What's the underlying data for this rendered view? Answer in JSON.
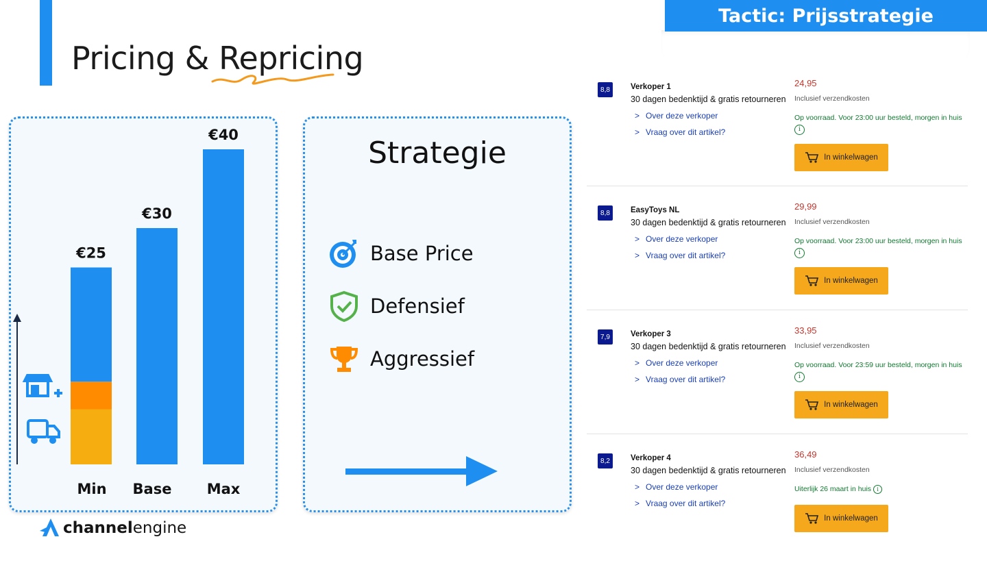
{
  "header": {
    "title": "Pricing & Repricing",
    "tactic": "Tactic: Prijsstrategie"
  },
  "chart_data": {
    "type": "bar",
    "categories": [
      "Min",
      "Base",
      "Max"
    ],
    "values": [
      25,
      30,
      40
    ],
    "value_labels": [
      "€25",
      "€30",
      "€40"
    ],
    "xlabel": "",
    "ylabel": "",
    "min_bar_breakdown": [
      {
        "part": "shipping cost",
        "color": "#f5ad0f",
        "share": 0.28
      },
      {
        "part": "platform fee",
        "color": "#ff8c00",
        "share": 0.14
      },
      {
        "part": "margin",
        "color": "#1e8ef0",
        "share": 0.58
      }
    ],
    "colors": {
      "bar": "#1e8ef0"
    }
  },
  "strategy": {
    "title": "Strategie",
    "items": [
      {
        "label": "Base Price",
        "icon": "target-icon"
      },
      {
        "label": "Defensief",
        "icon": "shield-check-icon"
      },
      {
        "label": "Aggressief",
        "icon": "trophy-icon"
      }
    ]
  },
  "offers": [
    {
      "rating": "8,8",
      "seller": "Verkoper 1",
      "returns": "30 dagen bedenktijd & gratis retourneren",
      "link1": "Over deze verkoper",
      "link2": "Vraag over dit artikel?",
      "price": "24,95",
      "shipping": "Inclusief verzendkosten",
      "stock": "Op voorraad. Voor 23:00 uur besteld, morgen in huis",
      "cart": "In winkelwagen"
    },
    {
      "rating": "8,8",
      "seller": "EasyToys NL",
      "returns": "30 dagen bedenktijd & gratis retourneren",
      "link1": "Over deze verkoper",
      "link2": "Vraag over dit artikel?",
      "price": "29,99",
      "shipping": "Inclusief verzendkosten",
      "stock": "Op voorraad. Voor 23:00 uur besteld, morgen in huis",
      "cart": "In winkelwagen"
    },
    {
      "rating": "7,9",
      "seller": "Verkoper 3",
      "returns": "30 dagen bedenktijd & gratis retourneren",
      "link1": "Over deze verkoper",
      "link2": "Vraag over dit artikel?",
      "price": "33,95",
      "shipping": "Inclusief verzendkosten",
      "stock": "Op voorraad. Voor 23:59 uur besteld, morgen in huis",
      "cart": "In winkelwagen"
    },
    {
      "rating": "8,2",
      "seller": "Verkoper 4",
      "returns": "30 dagen bedenktijd & gratis retourneren",
      "link1": "Over deze verkoper",
      "link2": "Vraag over dit artikel?",
      "price": "36,49",
      "shipping": "Inclusief verzendkosten",
      "stock": "Uiterlijk 26 maart in huis",
      "cart": "In winkelwagen"
    }
  ],
  "logo": {
    "bold": "channel",
    "light": "engine"
  },
  "colors": {
    "accent": "#1e8ef0",
    "orange": "#ff8c00",
    "underline": "#f39a1e",
    "cart": "#f5a81b",
    "rating": "#0b1a8e"
  }
}
